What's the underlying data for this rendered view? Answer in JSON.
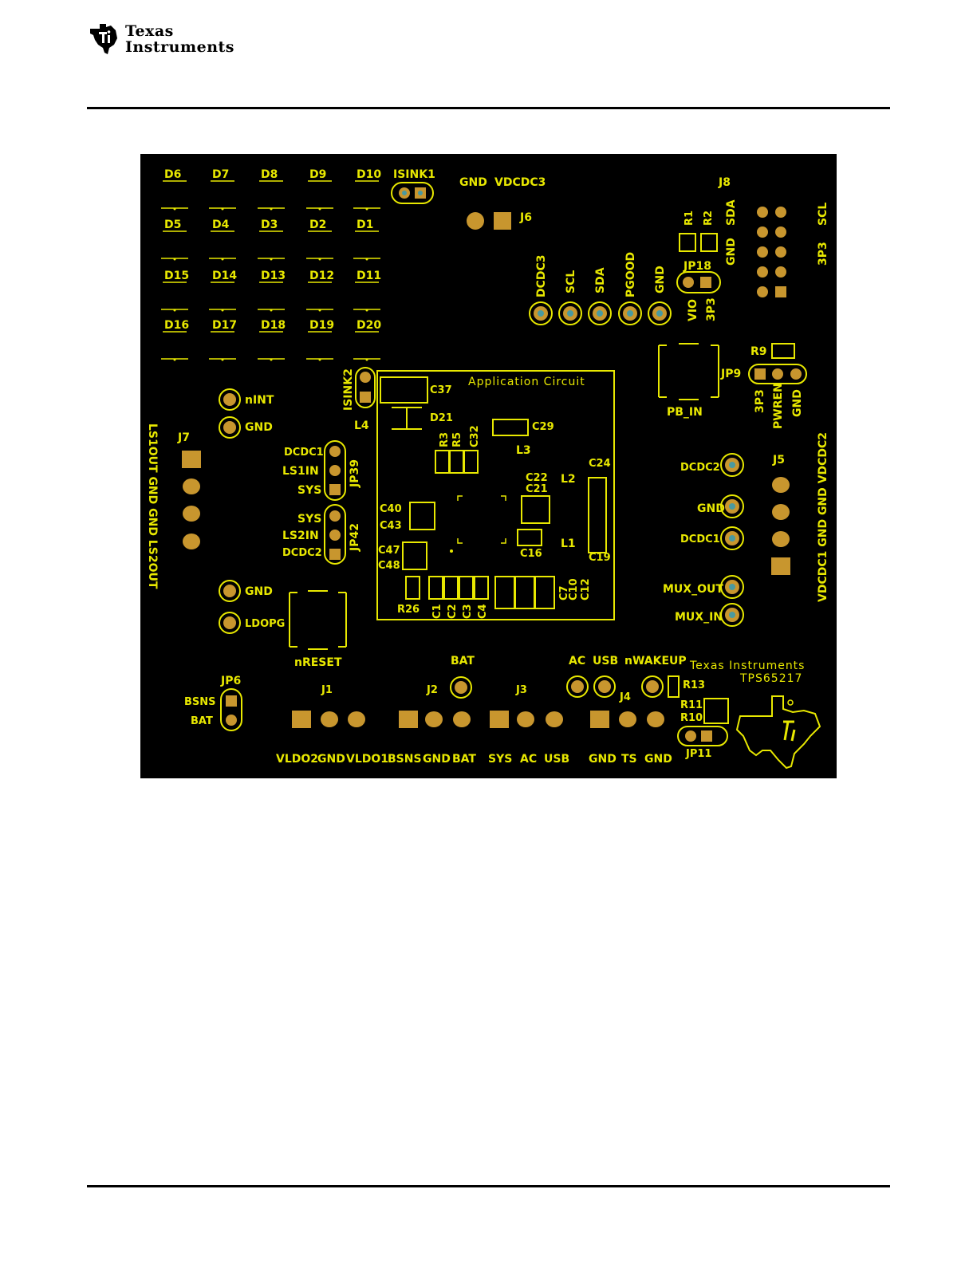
{
  "header": {
    "company_line1": "Texas",
    "company_line2": "Instruments"
  },
  "board": {
    "title": "Application Circuit",
    "brand": "Texas Instruments",
    "part": "TPS65217",
    "leds": [
      [
        "D6",
        "D7",
        "D8",
        "D9",
        "D10"
      ],
      [
        "D5",
        "D4",
        "D3",
        "D2",
        "D1"
      ],
      [
        "D15",
        "D14",
        "D13",
        "D12",
        "D11"
      ],
      [
        "D16",
        "D17",
        "D18",
        "D19",
        "D20"
      ]
    ],
    "labels": {
      "isink1": "ISINK1",
      "isink2": "ISINK2",
      "gnd": "GND",
      "vdcdc3": "VDCDC3",
      "j6": "J6",
      "j8": "J8",
      "r1": "R1",
      "r2": "R2",
      "sda": "SDA",
      "scl": "SCL",
      "gnd_v": "GND",
      "threep3": "3P3",
      "jp18": "JP18",
      "vio": "VIO",
      "tp_dcdc3": "DCDC3",
      "tp_scl": "SCL",
      "tp_sda": "SDA",
      "tp_pgood": "PGOOD",
      "tp_gnd": "GND",
      "r9": "R9",
      "jp9": "JP9",
      "pwren": "PWREN",
      "pb_in": "PB_IN",
      "nint": "nINT",
      "j7": "J7",
      "ls_side": "LS1OUT GND GND LS2OUT",
      "dcdc1": "DCDC1",
      "ls1in": "LS1IN",
      "sys": "SYS",
      "jp39": "JP39",
      "ls2in": "LS2IN",
      "dcdc2": "DCDC2",
      "jp42": "JP42",
      "c37": "C37",
      "d21": "D21",
      "l4": "L4",
      "r3": "R3",
      "r5": "R5",
      "c32": "C32",
      "c29": "C29",
      "l3": "L3",
      "c22": "C22",
      "c21": "C21",
      "l2": "L2",
      "c24": "C24",
      "c40": "C40",
      "c43": "C43",
      "c16": "C16",
      "l1": "L1",
      "c19": "C19",
      "c47": "C47",
      "c48": "C48",
      "r26": "R26",
      "c1": "C1",
      "c2": "C2",
      "c3": "C3",
      "c4": "C4",
      "c7": "C7",
      "c10": "C10",
      "c12": "C12",
      "j5": "J5",
      "j5_side": "VDCDC1 GND GND VDCDC2",
      "mux_out": "MUX_OUT",
      "mux_in": "MUX_IN",
      "ldopg": "LDOPG",
      "nreset": "nRESET",
      "jp6": "JP6",
      "bsns": "BSNS",
      "bat": "BAT",
      "j1": "J1",
      "j2": "J2",
      "j3": "J3",
      "j4": "J4",
      "ac": "AC",
      "usb": "USB",
      "nwakeup": "nWAKEUP",
      "r13": "R13",
      "r11": "R11",
      "r10": "R10",
      "jp11": "JP11",
      "ts": "TS",
      "bottom": [
        "VLDO2",
        "GND",
        "VLDO1",
        "BSNS",
        "GND",
        "BAT",
        "SYS",
        "AC",
        "USB",
        "GND",
        "TS",
        "GND"
      ]
    }
  },
  "colors": {
    "board": "#000000",
    "silk": "#e8e800",
    "pad": "#c8962e",
    "pad_center": "#4a9aa0"
  }
}
